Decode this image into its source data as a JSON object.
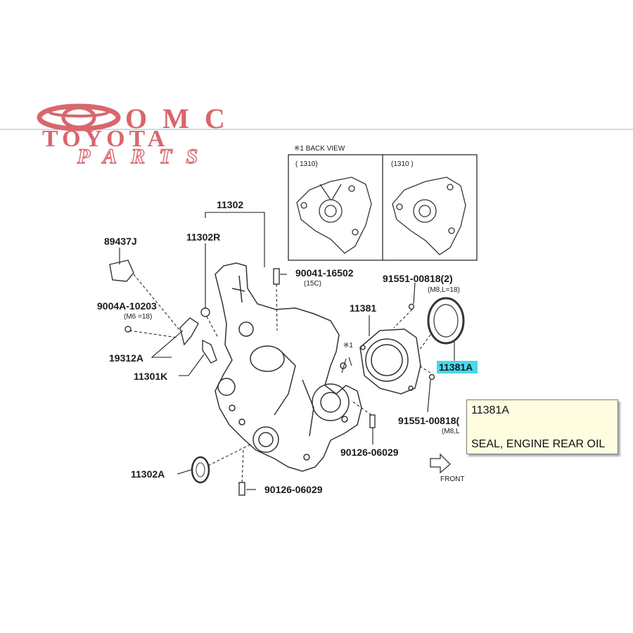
{
  "brand": {
    "line1": "OMC",
    "line2": "TOYOTA",
    "line3": "PARTS",
    "color": "#d9666c"
  },
  "back_view": {
    "title": "※1 BACK VIEW",
    "left_label": "(   1310)",
    "right_label": "(1310     )"
  },
  "parts": [
    {
      "id": "11302",
      "label": "11302"
    },
    {
      "id": "11302R",
      "label": "11302R"
    },
    {
      "id": "89437J",
      "label": "89437J"
    },
    {
      "id": "90044-10203",
      "label": "9004A-10203",
      "note": "(M6   =18)"
    },
    {
      "id": "19312A",
      "label": "19312A"
    },
    {
      "id": "11301K",
      "label": "11301K"
    },
    {
      "id": "90041-16502",
      "label": "90041-16502",
      "note": "(15C)"
    },
    {
      "id": "91551-00818-top",
      "label": "91551-00818(2)",
      "note": "(M8,L=18)"
    },
    {
      "id": "11381",
      "label": "11381"
    },
    {
      "id": "11381A",
      "label": "11381A",
      "highlight": "#48d8ec"
    },
    {
      "id": "91551-00818-bottom",
      "label": "91551-00818(",
      "note": "(M8,L"
    },
    {
      "id": "90126-06029-right",
      "label": "90126-06029"
    },
    {
      "id": "11302A",
      "label": "11302A"
    },
    {
      "id": "90126-06029-bottom",
      "label": "90126-06029"
    }
  ],
  "front_label": "FRONT",
  "mark_1": "※1",
  "tooltip": {
    "code": "11381A",
    "description": "SEAL, ENGINE REAR OIL"
  },
  "colors": {
    "highlight": "#48d8ec",
    "guide_line": "#8fb7d6",
    "tooltip_bg": "#fffde0"
  }
}
